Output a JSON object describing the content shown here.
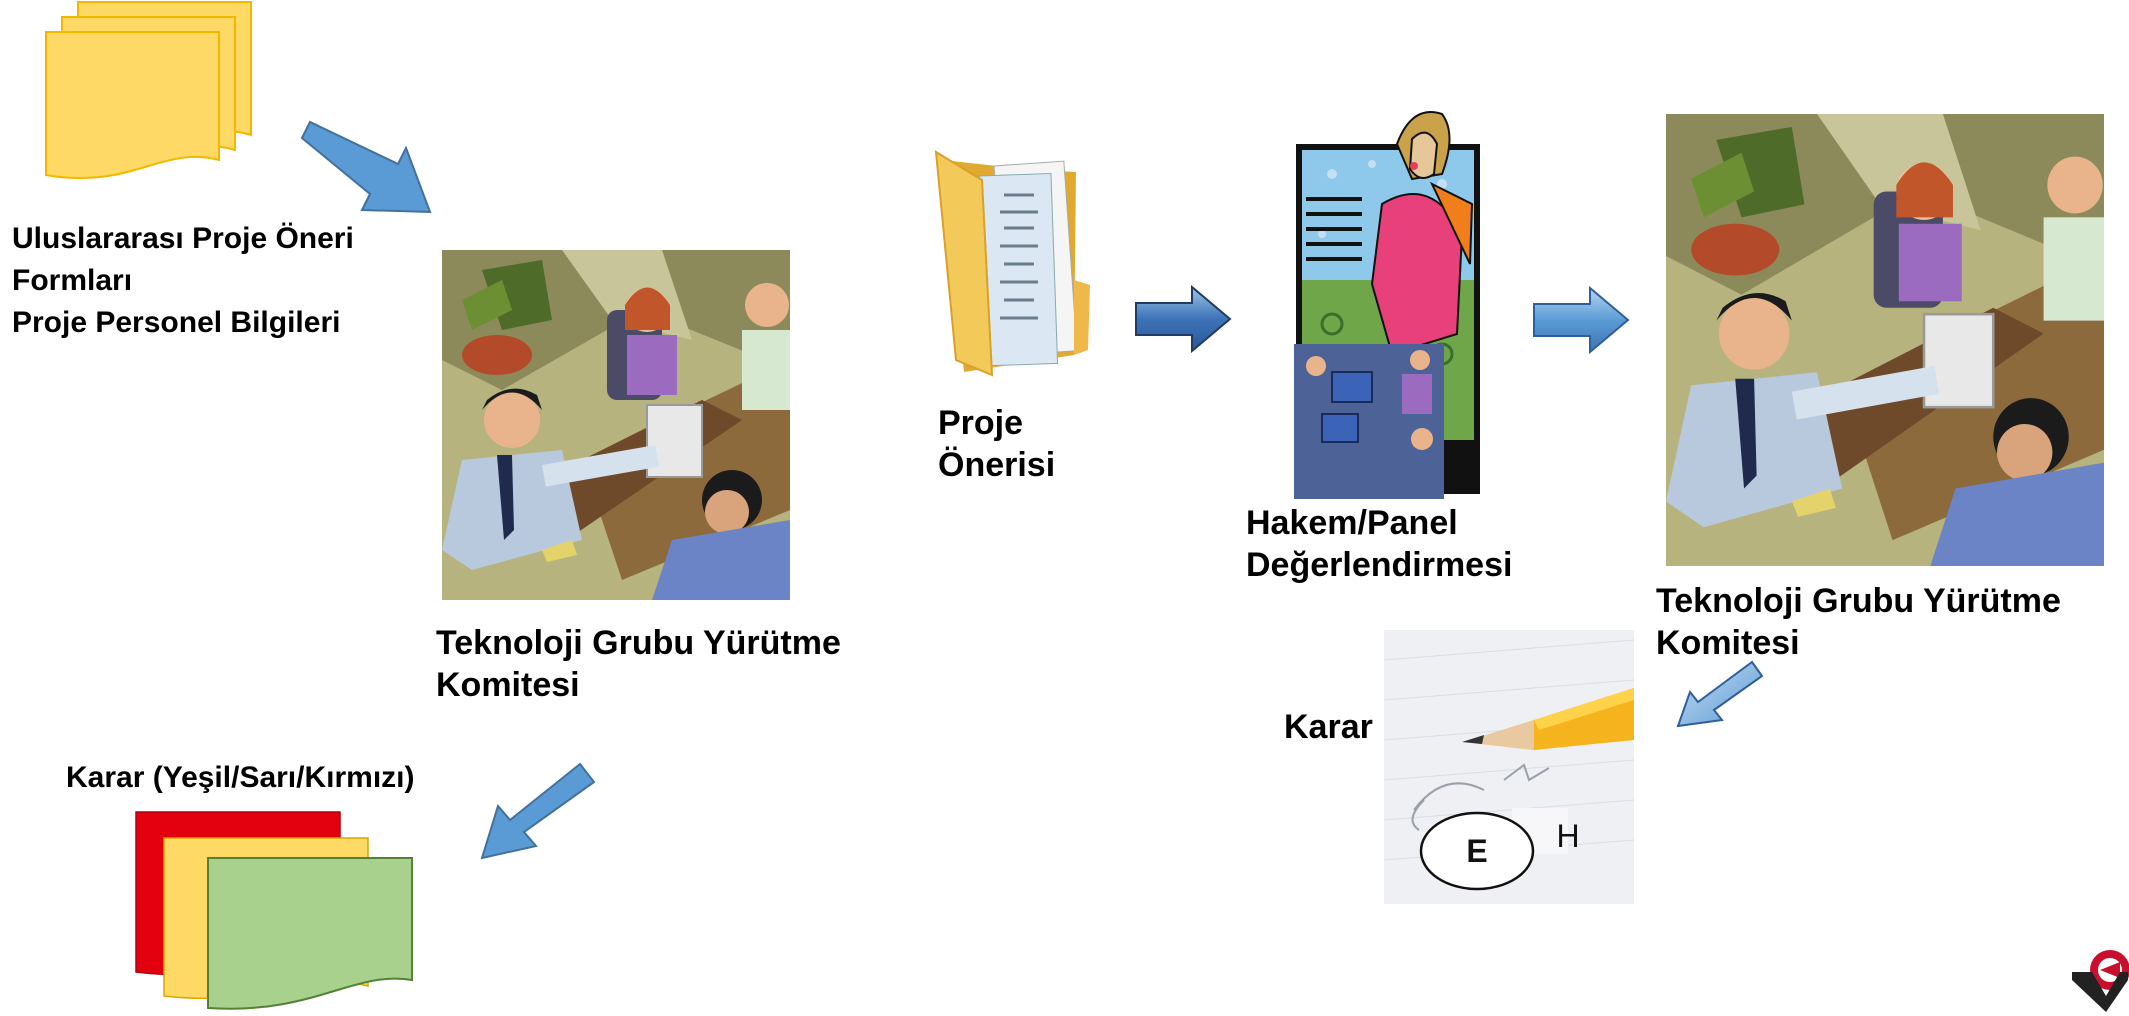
{
  "forms_label": {
    "line1": "Uluslararası Proje Öneri",
    "line2": "Formları",
    "line3": "Proje Personel Bilgileri"
  },
  "committee_left": {
    "line1": "Teknoloji Grubu Yürütme",
    "line2": "Komitesi"
  },
  "proposal_label": {
    "line1": "Proje",
    "line2": "Önerisi"
  },
  "review_label": {
    "line1": "Hakem/Panel",
    "line2": "Değerlendirmesi"
  },
  "committee_right": {
    "line1": "Teknoloji Grubu Yürütme",
    "line2": "Komitesi"
  },
  "decision_label": "Karar",
  "decision_options": {
    "yes": "E",
    "no": "H"
  },
  "decision_colors_label": "Karar (Yeşil/Sarı/Kırmızı)",
  "colors": {
    "arrow": "#5b9bd5",
    "arrow_dark": "#2e5f9a",
    "yellow_doc": "#ffd966",
    "red_doc": "#e3000f",
    "green_doc": "#a9d18e",
    "logo_red": "#c8102e"
  }
}
